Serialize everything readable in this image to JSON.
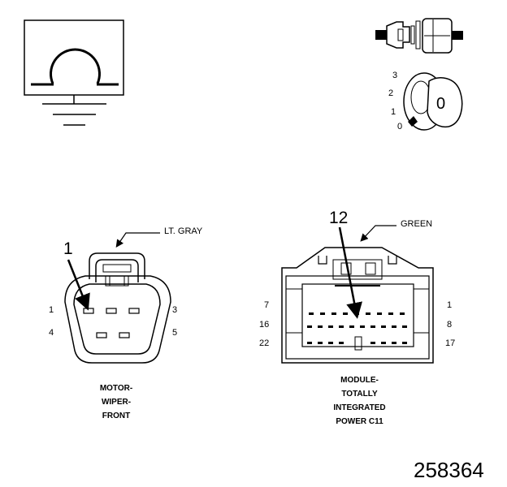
{
  "ground_symbol": {
    "glyph": "Ω"
  },
  "ignition_key": {
    "positions": [
      "3",
      "2",
      "1",
      "0"
    ],
    "key_label": "0"
  },
  "motor_connector": {
    "color_callout": "LT. GRAY",
    "pointer_pin": "1",
    "pins_left": [
      "1",
      "4"
    ],
    "pins_right": [
      "3",
      "5"
    ],
    "caption": [
      "MOTOR-",
      "WIPER-",
      "FRONT"
    ]
  },
  "module_connector": {
    "color_callout": "GREEN",
    "pointer_pin": "12",
    "pins_left": [
      "7",
      "16",
      "22"
    ],
    "pins_right": [
      "1",
      "8",
      "17"
    ],
    "caption": [
      "MODULE-",
      "TOTALLY",
      "INTEGRATED",
      "POWER C11"
    ]
  },
  "figure_number": "258364"
}
